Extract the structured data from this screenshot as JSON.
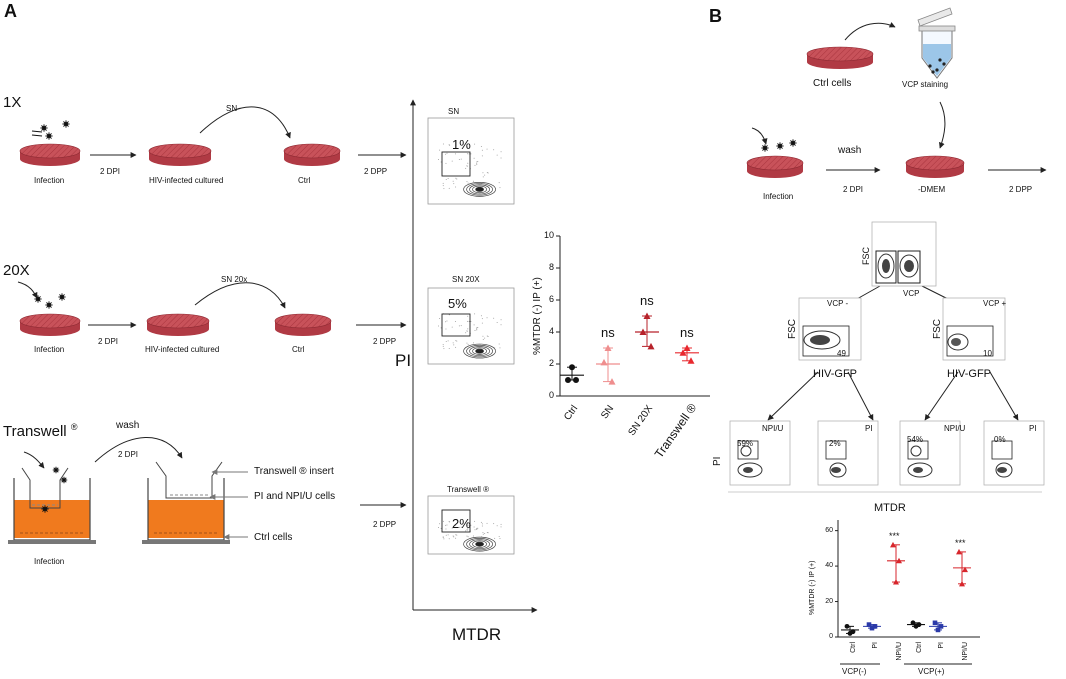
{
  "panelA": {
    "letter": "A",
    "row1": {
      "dose": "1X",
      "infection": "Infection",
      "dpi": "2 DPI",
      "cultured": "HIV-infected cultured",
      "transfer": "SN",
      "ctrl": "Ctrl",
      "dpp": "2 DPP"
    },
    "row2": {
      "dose": "20X",
      "infection": "Infection",
      "dpi": "2 DPI",
      "cultured": "HIV-infected cultured",
      "transfer": "SN 20x",
      "ctrl": "Ctrl",
      "dpp": "2 DPP"
    },
    "row3": {
      "title": "Transwell",
      "reg": "®",
      "wash": "wash",
      "dpi": "2 DPI",
      "infection": "Infection",
      "insert_label": "Transwell ® insert",
      "cells_label": "PI and NPI/U cells",
      "ctrl_label": "Ctrl cells",
      "dpp": "2 DPP"
    },
    "flow": {
      "y_axis": "PI",
      "x_axis": "MTDR",
      "plots": [
        {
          "title": "SN",
          "percent": "1%"
        },
        {
          "title": "SN 20X",
          "percent": "5%"
        },
        {
          "title": "Transwell ®",
          "percent": "2%"
        }
      ]
    }
  },
  "chartA": {
    "ylabel": "%MTDR (-) IP (+)",
    "yticks": [
      "0",
      "2",
      "4",
      "6",
      "8",
      "10"
    ],
    "ylim": [
      0,
      10
    ],
    "categories": [
      "Ctrl",
      "SN",
      "SN 20X",
      "Transwell ®"
    ],
    "annotations": [
      "",
      "ns",
      "ns",
      "ns"
    ],
    "colors": [
      "#111111",
      "#ef8e8e",
      "#b7222a",
      "#e8282e"
    ]
  },
  "chart_data": [
    {
      "type": "scatter",
      "ylabel": "%MTDR (-) IP (+)",
      "ylim": [
        0,
        10
      ],
      "categories": [
        "Ctrl",
        "SN",
        "SN 20X",
        "Transwell ®"
      ],
      "series": [
        {
          "values": [
            [
              1.8,
              1.0,
              1.0
            ],
            [
              3.0,
              2.1,
              0.9
            ],
            [
              5.0,
              4.0,
              3.1
            ],
            [
              3.0,
              2.7,
              2.2
            ]
          ]
        }
      ],
      "mean": [
        1.3,
        2.0,
        4.0,
        2.7
      ],
      "annotations": [
        "",
        "ns",
        "ns",
        "ns"
      ]
    },
    {
      "type": "scatter",
      "ylabel": "%MTDR (-) IP (+)",
      "categories": [
        "Ctrl",
        "PI",
        "NPI/U",
        "Ctrl",
        "PI",
        "NPI/U"
      ],
      "groups": [
        "VCP(-)",
        "VCP(+)"
      ],
      "series": [
        {
          "values": [
            [
              6,
              3,
              2
            ],
            [
              7,
              6,
              5
            ],
            [
              52,
              43,
              31
            ],
            [
              8,
              7,
              6
            ],
            [
              8,
              6,
              4
            ],
            [
              48,
              38,
              30
            ]
          ]
        }
      ],
      "mean": [
        4,
        6,
        43,
        7,
        6,
        39
      ],
      "annotations": [
        "",
        "",
        "***",
        "",
        "",
        "***"
      ]
    }
  ],
  "panelB": {
    "letter": "B",
    "ctrl_cells": "Ctrl cells",
    "vcp_staining": "VCP staining",
    "wash": "wash",
    "infection": "Infection",
    "dpi": "2 DPI",
    "dmem": "-DMEM",
    "dpp": "2 DPP",
    "gate": {
      "y": "FSC",
      "x": "VCP"
    },
    "vcp_neg": {
      "title": "VCP -",
      "y": "FSC",
      "x": "HIV-GFP",
      "count": "49"
    },
    "vcp_pos": {
      "title": "VCP +",
      "y": "FSC",
      "x": "HIV-GFP",
      "count": "10"
    },
    "bottom_plots": [
      {
        "title": "NPI/U",
        "percent": "59%"
      },
      {
        "title": "PI",
        "percent": "2%"
      },
      {
        "title": "NPI/U",
        "percent": "54%"
      },
      {
        "title": "PI",
        "percent": "0%"
      }
    ],
    "axis_y": "PI",
    "axis_x": "MTDR"
  },
  "chartB": {
    "ylabel": "%MTDR (-) IP (+)",
    "yticks": [
      "0",
      "20",
      "40",
      "60"
    ],
    "categories": [
      "Ctrl",
      "PI",
      "NPI/U",
      "Ctrl",
      "PI",
      "NPI/U"
    ],
    "groups": [
      "VCP(-)",
      "VCP(+)"
    ],
    "annotations": [
      "",
      "",
      "***",
      "",
      "",
      "***"
    ],
    "colors": [
      "#111111",
      "#2a39a8",
      "#d7262c"
    ]
  },
  "colors": {
    "dish": "#c8525a",
    "dish_rim": "#b03a44",
    "medium": "#f07a1e"
  }
}
